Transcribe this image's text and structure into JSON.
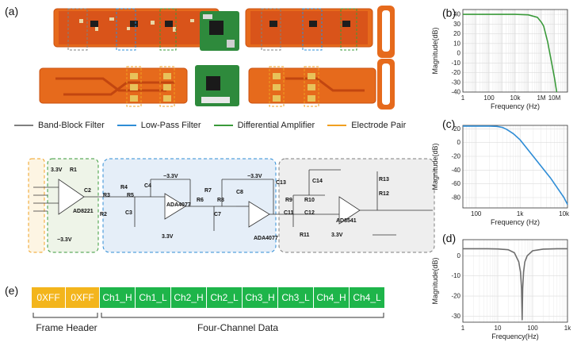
{
  "panels": {
    "a": "(a)",
    "b": "(b)",
    "c": "(c)",
    "d": "(d)",
    "e": "(e)"
  },
  "legend": [
    {
      "label": "Band-Block Filter",
      "color": "#7f7f7f"
    },
    {
      "label": "Low-Pass Filter",
      "color": "#2f8dd6"
    },
    {
      "label": "Differential Amplifier",
      "color": "#3a9a3a"
    },
    {
      "label": "Electrode Pair",
      "color": "#f0a020"
    }
  ],
  "schematic": {
    "labels": {
      "v33_a": "3.3V",
      "r1": "R1",
      "c2": "C2",
      "ad8221": "AD8221",
      "r2": "R2",
      "vneg_a": "−3.3V",
      "r3": "R3",
      "r4": "R4",
      "r5": "R5",
      "c3": "C3",
      "c4": "C4",
      "vneg_b": "−3.3V",
      "ada4077_a": "ADA4077",
      "v33_b": "3.3V",
      "r6": "R6",
      "r7": "R7",
      "r8": "R8",
      "c7": "C7",
      "c8": "C8",
      "vneg_c": "−3.3V",
      "ada4077_b": "ADA4077",
      "c13": "C13",
      "c14": "C14",
      "r9": "R9",
      "r10": "R10",
      "c11": "C11",
      "c12": "C12",
      "r11": "R11",
      "ad8541": "AD8541",
      "r13": "R13",
      "r12": "R12",
      "v33_c": "3.3V"
    }
  },
  "frame": {
    "cells": [
      "0XFF",
      "0XFF",
      "Ch1_H",
      "Ch1_L",
      "Ch2_H",
      "Ch2_L",
      "Ch3_H",
      "Ch3_L",
      "Ch4_H",
      "Ch4_L"
    ],
    "header_label": "Frame Header",
    "data_label": "Four-Channel Data"
  },
  "chart_data": [
    {
      "id": "b",
      "type": "line",
      "title": "",
      "xlabel": "Frequency (Hz)",
      "ylabel": "Magnitude(dB)",
      "xscale": "log",
      "xlim": [
        1,
        100000000
      ],
      "ylim": [
        -40,
        45
      ],
      "xticks": [
        1,
        100,
        10000,
        1000000,
        10000000
      ],
      "xtick_labels": [
        "1",
        "100",
        "10k",
        "1M",
        "10M"
      ],
      "yticks": [
        40,
        30,
        20,
        10,
        0,
        -10,
        -20,
        -30,
        -40
      ],
      "grid": true,
      "color": "#3a9a3a",
      "series": [
        {
          "x": [
            1,
            100,
            10000,
            100000,
            500000,
            1000000,
            1500000,
            3000000,
            10000000,
            15000000
          ],
          "y": [
            40,
            40,
            40,
            39.5,
            37,
            32,
            28,
            12,
            -25,
            -40
          ]
        }
      ]
    },
    {
      "id": "c",
      "type": "line",
      "title": "",
      "xlabel": "Frequency (Hz)",
      "ylabel": "Magnitude(dB)",
      "xscale": "log",
      "xlim": [
        50,
        12000
      ],
      "ylim": [
        -95,
        25
      ],
      "xticks": [
        100,
        1000,
        10000
      ],
      "xtick_labels": [
        "100",
        "1k",
        "10k"
      ],
      "yticks": [
        20,
        0,
        -20,
        -40,
        -60,
        -80
      ],
      "grid": true,
      "color": "#2f8dd6",
      "series": [
        {
          "x": [
            50,
            100,
            200,
            300,
            400,
            500,
            700,
            1000,
            2000,
            5000,
            10000,
            12000
          ],
          "y": [
            24,
            24,
            24,
            23.5,
            22,
            19,
            13,
            4,
            -20,
            -52,
            -80,
            -90
          ]
        }
      ]
    },
    {
      "id": "d",
      "type": "line",
      "title": "",
      "xlabel": "Frequency(Hz)",
      "ylabel": "Magnitude(dB)",
      "xscale": "log",
      "xlim": [
        1,
        1000
      ],
      "ylim": [
        -33,
        8
      ],
      "xticks": [
        1,
        10,
        100,
        1000
      ],
      "xtick_labels": [
        "1",
        "10",
        "100",
        "1k"
      ],
      "yticks": [
        0,
        -10,
        -20,
        -30
      ],
      "grid": true,
      "color": "#6e6e6e",
      "series": [
        {
          "x": [
            1,
            5,
            10,
            20,
            30,
            40,
            45,
            48,
            50,
            52,
            55,
            60,
            70,
            100,
            200,
            500,
            1000
          ],
          "y": [
            3.5,
            3.5,
            3.4,
            3,
            1.5,
            -3,
            -8,
            -16,
            -32,
            -16,
            -8,
            -3,
            0,
            2.5,
            3.3,
            3.5,
            3.5
          ]
        }
      ]
    }
  ]
}
